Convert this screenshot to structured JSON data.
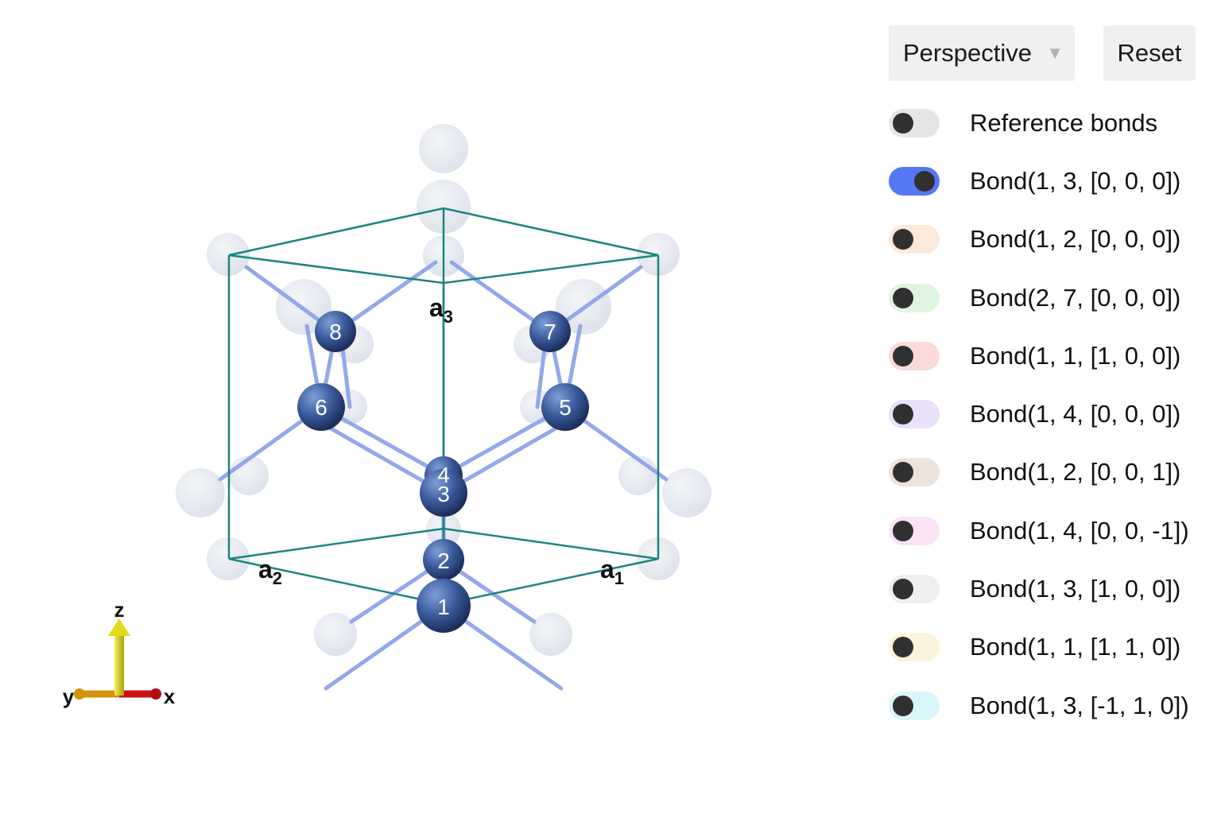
{
  "controls": {
    "projection_label": "Perspective",
    "reset_label": "Reset"
  },
  "toggles": [
    {
      "label": "Reference bonds",
      "on": false,
      "color": "#e6e6e6"
    },
    {
      "label": "Bond(1, 3, [0, 0, 0])",
      "on": true,
      "color": "#5577f5"
    },
    {
      "label": "Bond(1, 2, [0, 0, 0])",
      "on": false,
      "color": "#fde9d9"
    },
    {
      "label": "Bond(2, 7, [0, 0, 0])",
      "on": false,
      "color": "#dff5df"
    },
    {
      "label": "Bond(1, 1, [1, 0, 0])",
      "on": false,
      "color": "#fbdada"
    },
    {
      "label": "Bond(1, 4, [0, 0, 0])",
      "on": false,
      "color": "#e9e1fb"
    },
    {
      "label": "Bond(1, 2, [0, 0, 1])",
      "on": false,
      "color": "#ede3da"
    },
    {
      "label": "Bond(1, 4, [0, 0, -1])",
      "on": false,
      "color": "#fbe3f6"
    },
    {
      "label": "Bond(1, 3, [1, 0, 0])",
      "on": false,
      "color": "#efefef"
    },
    {
      "label": "Bond(1, 1, [1, 1, 0])",
      "on": false,
      "color": "#fcf5dc"
    },
    {
      "label": "Bond(1, 3, [-1, 1, 0])",
      "on": false,
      "color": "#d9f7fb"
    }
  ],
  "scene": {
    "atom_labels": [
      "1",
      "2",
      "3",
      "4",
      "5",
      "6",
      "7",
      "8"
    ],
    "lattice_vectors": [
      {
        "letter": "a",
        "sub": "1"
      },
      {
        "letter": "a",
        "sub": "2"
      },
      {
        "letter": "a",
        "sub": "3"
      }
    ],
    "axes": {
      "x": "x",
      "y": "y",
      "z": "z"
    },
    "colors": {
      "atom": "#3a5a9c",
      "bond": "#8ea4ec",
      "cell": "#1a8580",
      "ghost_atom": "#dde1ea",
      "axis_x": "#cc1111",
      "axis_y": "#d4930a",
      "axis_z": "#d6cf10"
    }
  }
}
